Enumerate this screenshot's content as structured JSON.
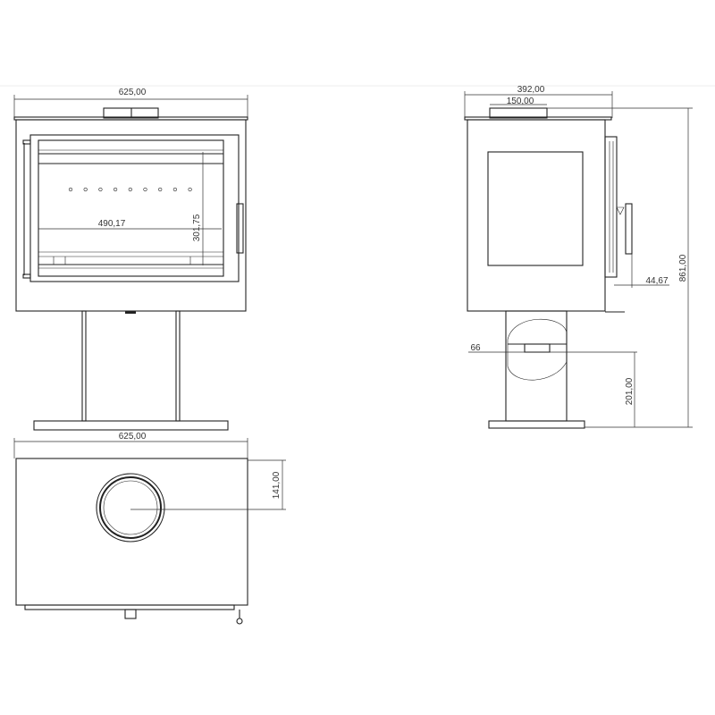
{
  "front_view": {
    "width_label": "625,00",
    "opening_width_label": "490,17",
    "opening_height_label": "301,75"
  },
  "top_view": {
    "width_label": "625,00",
    "flue_offset_label": "141,00"
  },
  "side_view": {
    "depth_label": "392,00",
    "flue_label": "150,00",
    "height_label": "861,00",
    "handle_offset_label": "44,67",
    "inlet_label": "66",
    "inlet_height_label": "201,00"
  },
  "colors": {
    "line": "#222222",
    "background": "#ffffff"
  }
}
